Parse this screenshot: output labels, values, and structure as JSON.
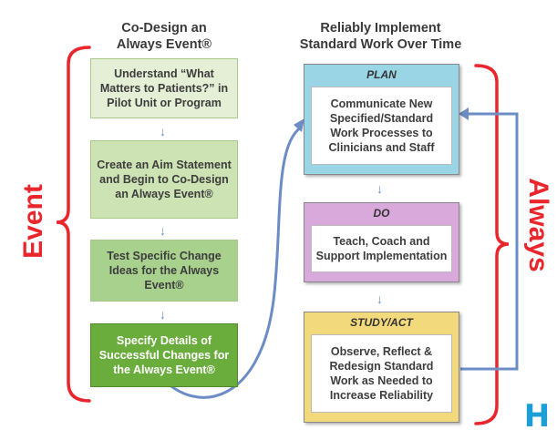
{
  "left": {
    "title": "Co-Design an\nAlways Event®",
    "boxes": [
      "Understand “What Matters to Patients?” in Pilot Unit or Program",
      "Create an Aim Statement and Begin to Co-Design an Always Event®",
      "Test Specific Change Ideas for the Always Event®",
      "Specify Details of Successful Changes for the Always Event®"
    ],
    "side_label": "Event"
  },
  "right": {
    "title": "Reliably Implement\nStandard Work Over Time",
    "boxes": [
      {
        "header": "PLAN",
        "body": "Communicate New Specified/Standard Work Processes to Clinicians and Staff"
      },
      {
        "header": "DO",
        "body": "Teach, Coach and Support Implementation"
      },
      {
        "header": "STUDY/ACT",
        "body": "Observe, Reflect & Redesign Standard Work as Needed to Increase Reliability"
      }
    ],
    "side_label": "Always"
  },
  "logo": "H",
  "colors": {
    "bracket": "#e8262c",
    "arrow": "#6b8cc4",
    "plan_fill": "#9ad5e6",
    "do_fill": "#d9a9dc",
    "study_fill": "#f2d97c",
    "logo": "#1d9fd6"
  }
}
